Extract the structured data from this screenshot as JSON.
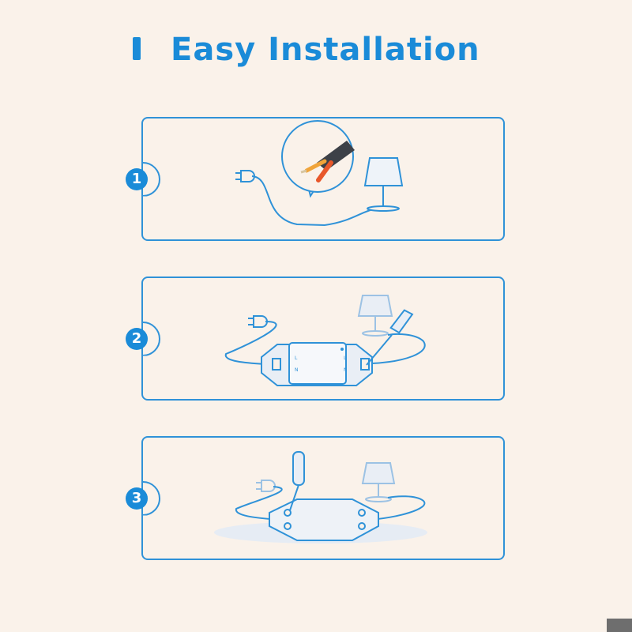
{
  "header": {
    "title": "Easy Installation",
    "accent": "#1a8bd8"
  },
  "steps": [
    {
      "number": "1",
      "icons": [
        "plug-icon",
        "cable-cross-section-icon",
        "lamp-icon"
      ]
    },
    {
      "number": "2",
      "icons": [
        "plug-icon",
        "smart-switch-module-icon",
        "screwdriver-icon",
        "lamp-icon"
      ],
      "module_labels": [
        "L",
        "N"
      ]
    },
    {
      "number": "3",
      "icons": [
        "plug-icon",
        "smart-switch-module-icon",
        "screwdriver-icon",
        "lamp-icon"
      ]
    }
  ],
  "colors": {
    "line": "#2f92d8",
    "wire_red": "#e8572a",
    "wire_orange": "#f0a43a",
    "bg": "#faf2ea"
  }
}
